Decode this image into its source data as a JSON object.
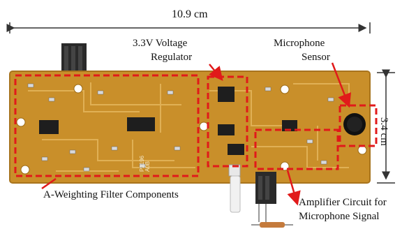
{
  "dimensions": {
    "width_label": "10.9 cm",
    "height_label": "3.4 cm"
  },
  "labels": {
    "regulator_line1": "3.3V Voltage",
    "regulator_line2": "Regulator",
    "mic_line1": "Microphone",
    "mic_line2": "Sensor",
    "filter": "A-Weighting Filter Components",
    "amp_line1": "Amplifier Circuit for",
    "amp_line2": "Microphone Signal"
  },
  "board_silkscreen": [
    "A0B",
    "P2196"
  ],
  "colors": {
    "pcb": "#c98f2a",
    "pcb_trace": "#e3b45a",
    "annotation": "#e11a1a",
    "dimension_line": "#333333",
    "chip": "#1e1e1e"
  }
}
